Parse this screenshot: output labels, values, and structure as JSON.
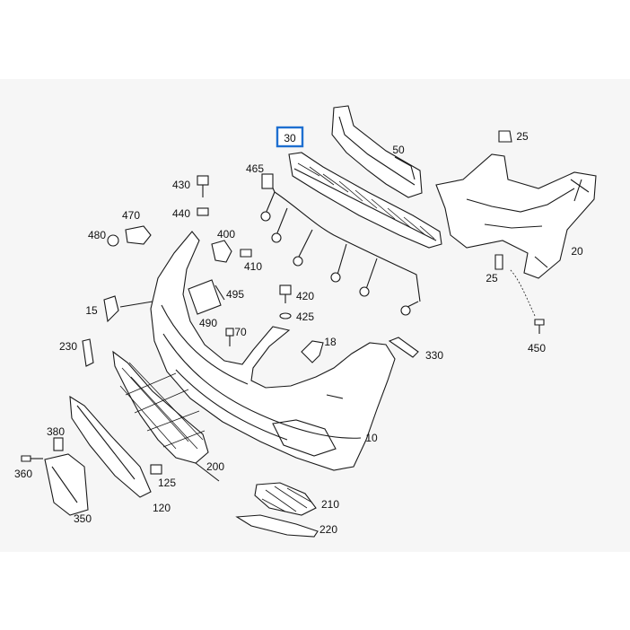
{
  "diagram": {
    "highlight_color": "#1e6fd0",
    "highlighted_callout": "30",
    "callouts": [
      {
        "id": "c30",
        "text": "30"
      },
      {
        "id": "c50",
        "text": "50"
      },
      {
        "id": "c25a",
        "text": "25"
      },
      {
        "id": "c465",
        "text": "465"
      },
      {
        "id": "c430",
        "text": "430"
      },
      {
        "id": "c440",
        "text": "440"
      },
      {
        "id": "c470",
        "text": "470"
      },
      {
        "id": "c480",
        "text": "480"
      },
      {
        "id": "c400",
        "text": "400"
      },
      {
        "id": "c410",
        "text": "410"
      },
      {
        "id": "c20",
        "text": "20"
      },
      {
        "id": "c25b",
        "text": "25"
      },
      {
        "id": "c495",
        "text": "495"
      },
      {
        "id": "c490",
        "text": "490"
      },
      {
        "id": "c420",
        "text": "420"
      },
      {
        "id": "c425",
        "text": "425"
      },
      {
        "id": "c450",
        "text": "450"
      },
      {
        "id": "c15",
        "text": "15"
      },
      {
        "id": "c70",
        "text": "70"
      },
      {
        "id": "c18",
        "text": "18"
      },
      {
        "id": "c230",
        "text": "230"
      },
      {
        "id": "c330",
        "text": "330"
      },
      {
        "id": "c10",
        "text": "10"
      },
      {
        "id": "c380",
        "text": "380"
      },
      {
        "id": "c360",
        "text": "360"
      },
      {
        "id": "c200",
        "text": "200"
      },
      {
        "id": "c125",
        "text": "125"
      },
      {
        "id": "c210",
        "text": "210"
      },
      {
        "id": "c350",
        "text": "350"
      },
      {
        "id": "c120",
        "text": "120"
      },
      {
        "id": "c220",
        "text": "220"
      }
    ]
  }
}
